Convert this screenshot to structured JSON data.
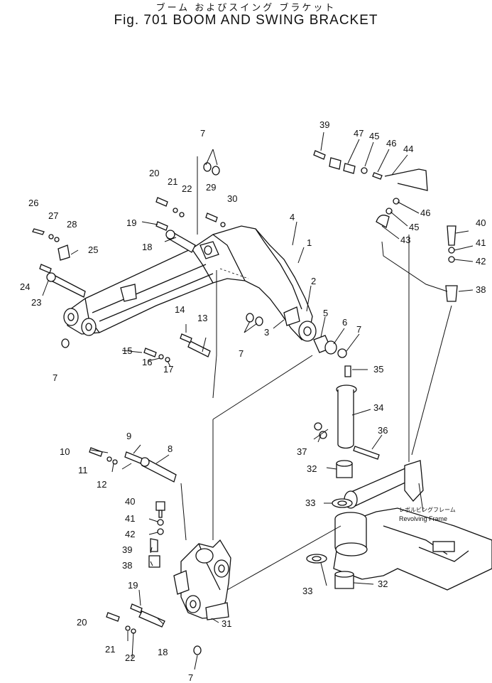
{
  "header": {
    "title_jp": "ブーム およびスイング ブラケット",
    "title_en": "Fig. 701 BOOM AND SWING BRACKET"
  },
  "notes": {
    "jp": "レボルビングフレーム",
    "en": "Revolving Frame"
  },
  "callouts": {
    "c1": "1",
    "c2": "2",
    "c3": "3",
    "c4": "4",
    "c5": "5",
    "c6": "6",
    "c7a": "7",
    "c7b": "7",
    "c7c": "7",
    "c7d": "7",
    "c7e": "7",
    "c8": "8",
    "c9": "9",
    "c10": "10",
    "c11": "11",
    "c12": "12",
    "c13": "13",
    "c14": "14",
    "c15": "15",
    "c16": "16",
    "c17": "17",
    "c18a": "18",
    "c18b": "18",
    "c19a": "19",
    "c19b": "19",
    "c20a": "20",
    "c20b": "20",
    "c21a": "21",
    "c21b": "21",
    "c22a": "22",
    "c22b": "22",
    "c23": "23",
    "c24": "24",
    "c25": "25",
    "c26": "26",
    "c27": "27",
    "c28": "28",
    "c29": "29",
    "c30": "30",
    "c31": "31",
    "c32a": "32",
    "c32b": "32",
    "c33a": "33",
    "c33b": "33",
    "c34": "34",
    "c35": "35",
    "c36": "36",
    "c37": "37",
    "c38a": "38",
    "c38b": "38",
    "c39a": "39",
    "c39b": "39",
    "c40a": "40",
    "c40b": "40",
    "c41a": "41",
    "c41b": "41",
    "c42a": "42",
    "c42b": "42",
    "c43": "43",
    "c44": "44",
    "c45a": "45",
    "c45b": "45",
    "c46a": "46",
    "c46b": "46",
    "c47": "47"
  }
}
